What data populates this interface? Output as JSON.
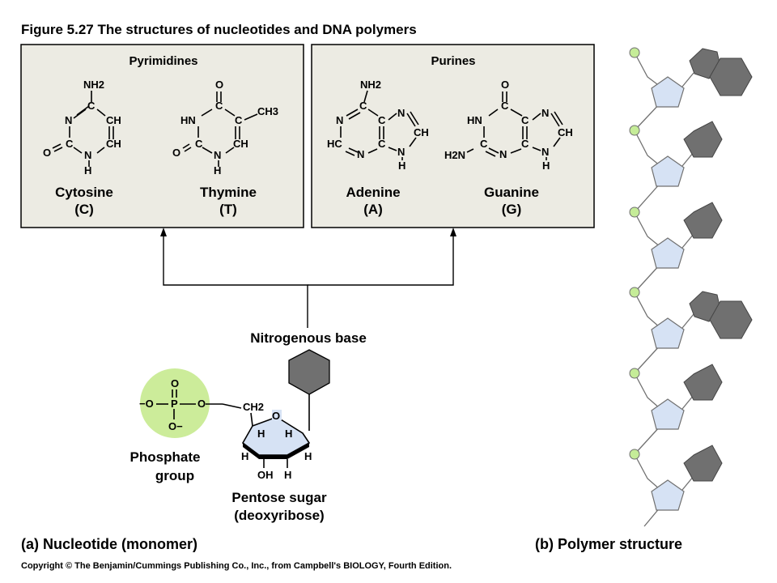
{
  "figure_title": "Figure 5.27  The structures of nucleotides and DNA polymers",
  "pyrimidines": {
    "heading": "Pyrimidines",
    "cytosine": {
      "name": "Cytosine",
      "abbr": "(C)",
      "atoms": {
        "nh2": "NH2",
        "c4": "C",
        "n3": "N",
        "c5": "CH",
        "c6": "CH",
        "c2": "C",
        "o": "O",
        "n1": "N",
        "h": "H"
      }
    },
    "thymine": {
      "name": "Thymine",
      "abbr": "(T)",
      "atoms": {
        "o_top": "O",
        "c4": "C",
        "hn3": "HN",
        "c5": "C",
        "ch3": "CH3",
        "c2": "C",
        "c6": "CH",
        "o_left": "O",
        "n1": "N",
        "h": "H"
      }
    }
  },
  "purines": {
    "heading": "Purines",
    "adenine": {
      "name": "Adenine",
      "abbr": "(A)",
      "atoms": {
        "nh2": "NH2",
        "c6": "C",
        "n1": "N",
        "c5": "C",
        "n7": "N",
        "c8": "CH",
        "hc2": "HC",
        "n3": "N",
        "c4": "C",
        "n9": "N",
        "h": "H"
      }
    },
    "guanine": {
      "name": "Guanine",
      "abbr": "(G)",
      "atoms": {
        "o": "O",
        "c6": "C",
        "hn1": "HN",
        "c5": "C",
        "n7": "N",
        "c8": "CH",
        "h2n": "H2N",
        "c2": "C",
        "n3": "N",
        "c4": "C",
        "n9": "N",
        "h": "H"
      }
    }
  },
  "nucleotide": {
    "base_label": "Nitrogenous base",
    "phosphate_label_1": "Phosphate",
    "phosphate_label_2": "group",
    "sugar_label_1": "Pentose sugar",
    "sugar_label_2": "(deoxyribose)",
    "phosphate_atoms": {
      "o_top": "O",
      "o_minus_left": "−O",
      "p": "P",
      "o_bridge": "O",
      "o_minus_bottom": "O−"
    },
    "sugar_atoms": {
      "ch2": "CH2",
      "o_ring": "O",
      "h1": "H",
      "h2": "H",
      "h3": "H",
      "h4": "H",
      "oh": "OH",
      "h5": "H"
    }
  },
  "caption_a": "(a)  Nucleotide (monomer)",
  "caption_b": "(b)  Polymer structure",
  "copyright": "Copyright © The Benjamin/Cummings Publishing Co., Inc., from Campbell's BIOLOGY, Fourth Edition.",
  "colors": {
    "panel_fill": "#ecebe3",
    "phosphate_green": "#ccec9a",
    "sugar_blue": "#d6e2f4",
    "base_gray": "#707070",
    "node_green": "#c5ec98"
  }
}
